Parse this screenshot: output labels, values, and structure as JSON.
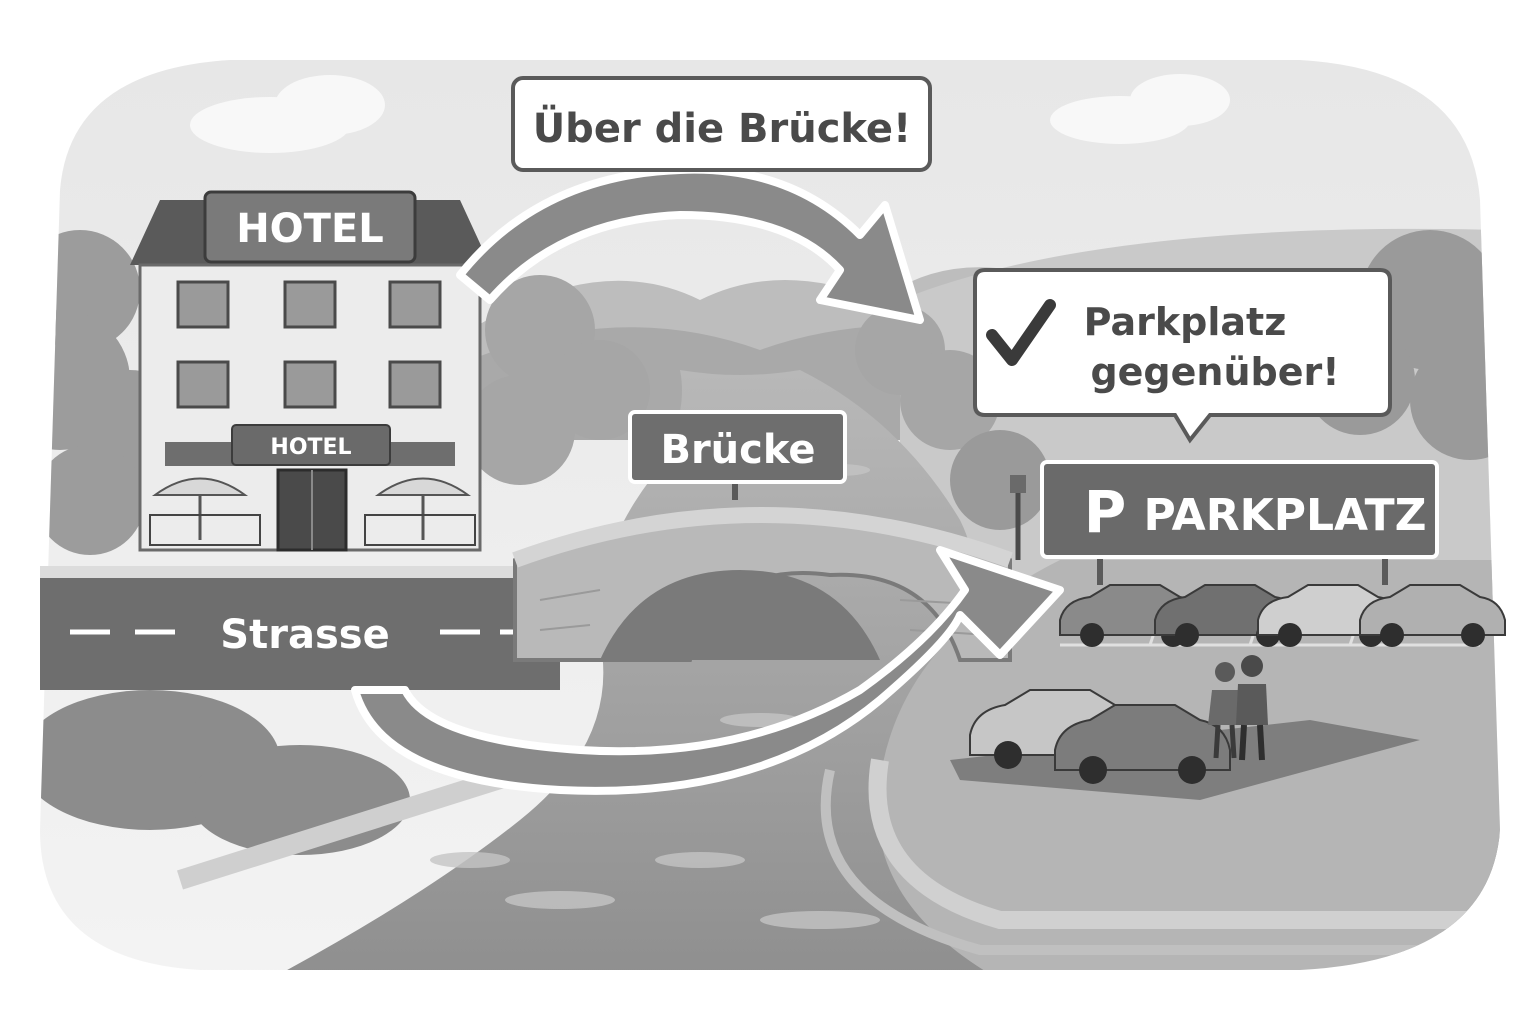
{
  "callouts": {
    "bridge_route": "Über die Brücke!",
    "parking_note_line1": "Parkplatz",
    "parking_note_line2": "gegenüber!"
  },
  "signs": {
    "hotel_roof": "HOTEL",
    "hotel_entrance": "HOTEL",
    "bridge": "Brücke",
    "parking_letter": "P",
    "parking": "PARKPLATZ",
    "street": "Strasse"
  },
  "icons": {
    "check": "check-icon",
    "parking": "parking-icon"
  },
  "colors": {
    "route_arrow": "#8a8a8a",
    "sign_fill": "#6e6e6e",
    "sign_text": "#ffffff",
    "callout_text": "#4a4a4a",
    "water": "#9a9a9a"
  }
}
